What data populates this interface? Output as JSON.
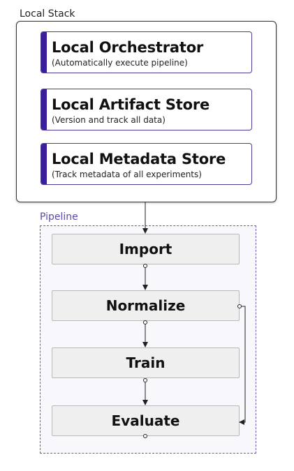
{
  "local_stack": {
    "label": "Local Stack",
    "components": [
      {
        "title": "Local Orchestrator",
        "subtitle": "(Automatically execute pipeline)"
      },
      {
        "title": "Local Artifact Store",
        "subtitle": "(Version and track all data)"
      },
      {
        "title": "Local Metadata Store",
        "subtitle": "(Track metadata of all experiments)"
      }
    ]
  },
  "pipeline": {
    "label": "Pipeline",
    "steps": [
      "Import",
      "Normalize",
      "Train",
      "Evaluate"
    ]
  },
  "colors": {
    "accent": "#3b1f9a",
    "pipeline_border": "#6a5cb8",
    "step_fill": "#efefef"
  }
}
